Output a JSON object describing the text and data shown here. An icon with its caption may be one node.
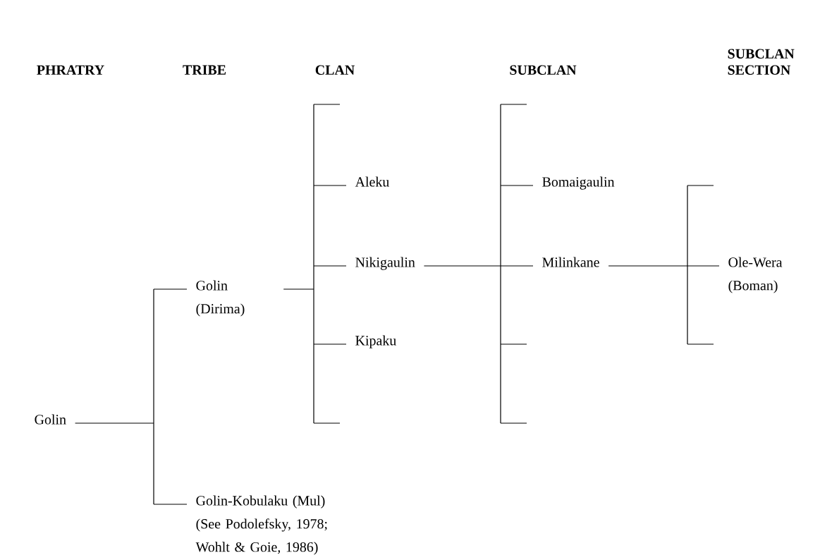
{
  "diagram": {
    "nodes": [
      {
        "text": [
          "Golin"
        ]
      },
      {
        "text": [
          "Golin (Dirima)"
        ]
      },
      {
        "text": [
          "Golin-Kobulaku (Mul)",
          "(See Podolefsky, 1978; Wohlt & Goie, 1986)"
        ]
      },
      {
        "text": [
          "Aleku"
        ]
      },
      {
        "text": [
          "Nikigaulin"
        ]
      },
      {
        "text": [
          "Kipaku"
        ]
      },
      {
        "text": [
          "Bomaigaulin"
        ]
      },
      {
        "text": [
          "Milinkane"
        ]
      },
      {
        "text": [
          "Ole-Wera (Boman)"
        ]
      }
    ],
    "edges": [
      {
        "from": 0,
        "to": 1,
        "arrow": "none"
      },
      {
        "from": 0,
        "to": 2,
        "arrow": "none"
      },
      {
        "from": 1,
        "to": 3,
        "arrow": "none"
      },
      {
        "from": 1,
        "to": 4,
        "arrow": "none"
      },
      {
        "from": 1,
        "to": 5,
        "arrow": "none"
      },
      {
        "from": 1,
        "to": null,
        "arrow": "none"
      },
      {
        "from": 4,
        "to": 6,
        "arrow": "none"
      },
      {
        "from": 4,
        "to": 7,
        "arrow": "none"
      },
      {
        "from": 4,
        "to": null,
        "arrow": "none"
      },
      {
        "from": 7,
        "to": 8,
        "arrow": "none"
      },
      {
        "from": 7,
        "to": null,
        "arrow": "none"
      }
    ],
    "labels": [
      "PHRATRY",
      "TRIBE",
      "CLAN",
      "SUBCLAN",
      "SUBCLAN SECTION"
    ]
  }
}
